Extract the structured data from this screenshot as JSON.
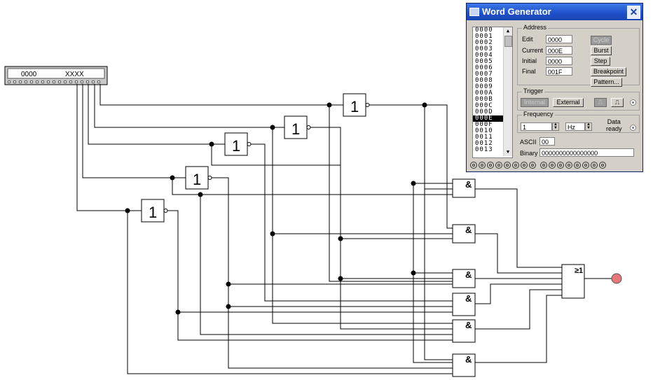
{
  "inst_box": {
    "left_value": "0000",
    "right_value": "XXXX"
  },
  "gates": {
    "not_label": "1",
    "and_label": "&",
    "or_label": "≥1"
  },
  "colors": {
    "probe": "#e87777",
    "titlebar": "#1f4fc9",
    "window_bg": "#d4d0c8"
  },
  "word_generator": {
    "title": "Word Generator",
    "close_icon": "close-icon",
    "addresses": [
      "0000",
      "0001",
      "0002",
      "0003",
      "0004",
      "0005",
      "0006",
      "0007",
      "0008",
      "0009",
      "000A",
      "000B",
      "000C",
      "000D",
      "000E",
      "000F",
      "0010",
      "0011",
      "0012",
      "0013"
    ],
    "selected_address": "000E",
    "address_group": {
      "title": "Address",
      "edit_label": "Edit",
      "edit_value": "0000",
      "current_label": "Current",
      "current_value": "000E",
      "initial_label": "Initial",
      "initial_value": "0000",
      "final_label": "Final",
      "final_value": "001F"
    },
    "buttons": {
      "cycle": "Cycle",
      "burst": "Burst",
      "step": "Step",
      "breakpoint": "Breakpoint",
      "pattern": "Pattern..."
    },
    "trigger": {
      "title": "Trigger",
      "internal": "Internal",
      "external": "External"
    },
    "frequency": {
      "title": "Frequency",
      "value": "1",
      "unit": "Hz"
    },
    "data_ready": "Data\nready",
    "ascii_label": "ASCII",
    "ascii_value": "00",
    "binary_label": "Binary",
    "binary_value": "0000000000000000",
    "bit_count": 16
  }
}
